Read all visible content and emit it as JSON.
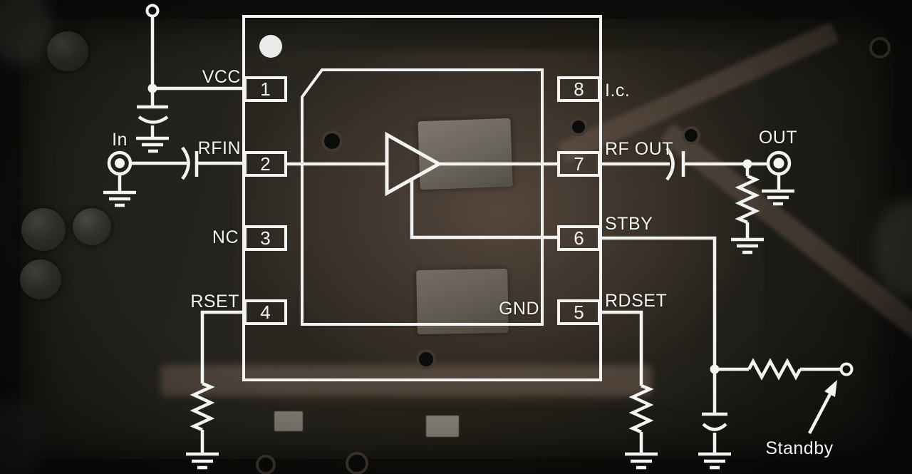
{
  "schematic": {
    "line_color": "#f3f3f1",
    "ic": {
      "left_pins": [
        {
          "num": "1",
          "label": "VCC"
        },
        {
          "num": "2",
          "label": "RFIN"
        },
        {
          "num": "3",
          "label": "NC"
        },
        {
          "num": "4",
          "label": "RSET"
        }
      ],
      "right_pins": [
        {
          "num": "8",
          "label": "I.c."
        },
        {
          "num": "7",
          "label": "RF OUT"
        },
        {
          "num": "6",
          "label": "STBY"
        },
        {
          "num": "5",
          "label": "RDSET"
        }
      ],
      "core_label": "GND"
    },
    "terminals": {
      "input": "In",
      "output": "OUT",
      "standby": "Standby"
    }
  }
}
